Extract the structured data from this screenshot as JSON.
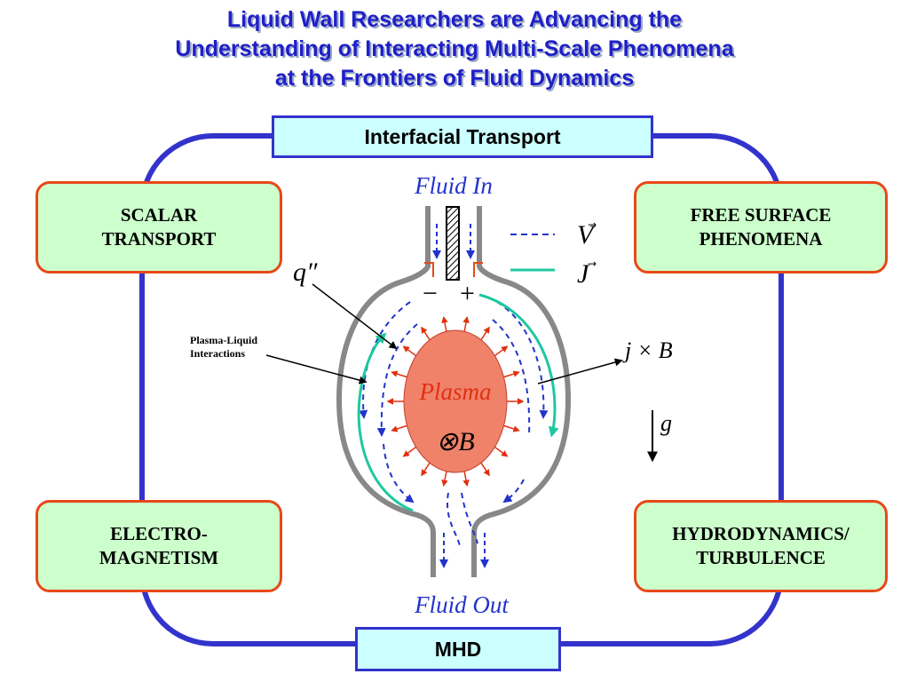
{
  "title": {
    "line1": "Liquid Wall Researchers are Advancing the",
    "line2": "Understanding of Interacting Multi-Scale Phenomena",
    "line3": "at the Frontiers of Fluid Dynamics"
  },
  "top_label": "Interfacial Transport",
  "bottom_label": "MHD",
  "boxes": {
    "scalar": [
      "SCALAR",
      "TRANSPORT"
    ],
    "free_surface": [
      "FREE SURFACE",
      "PHENOMENA"
    ],
    "electro": [
      "ELECTRO-",
      "MAGNETISM"
    ],
    "hydro": [
      "HYDRODYNAMICS/",
      "TURBULENCE"
    ]
  },
  "diagram": {
    "fluid_in": "Fluid In",
    "fluid_out": "Fluid Out",
    "plasma": "Plasma",
    "b_field": "⊗B",
    "heat_flux": "q″",
    "minus": "−",
    "plus": "+",
    "legend_v": "V",
    "legend_j": "J",
    "jxb": "j × B",
    "gravity": "g",
    "plasma_liquid_note": [
      "Plasma-Liquid",
      "Interactions"
    ]
  },
  "colors": {
    "title_blue": "#1f1fc8",
    "loop_blue": "#3333cc",
    "box_fill": "#ccffcc",
    "box_border": "#e84818",
    "label_fill": "#ccffff",
    "plasma_fill": "#f0826a",
    "plasma_text": "#e03010",
    "current_teal": "#1fc8a0",
    "velocity_blue": "#2233cc",
    "wall_gray": "#888888",
    "flux_arrow_red": "#e03010"
  }
}
